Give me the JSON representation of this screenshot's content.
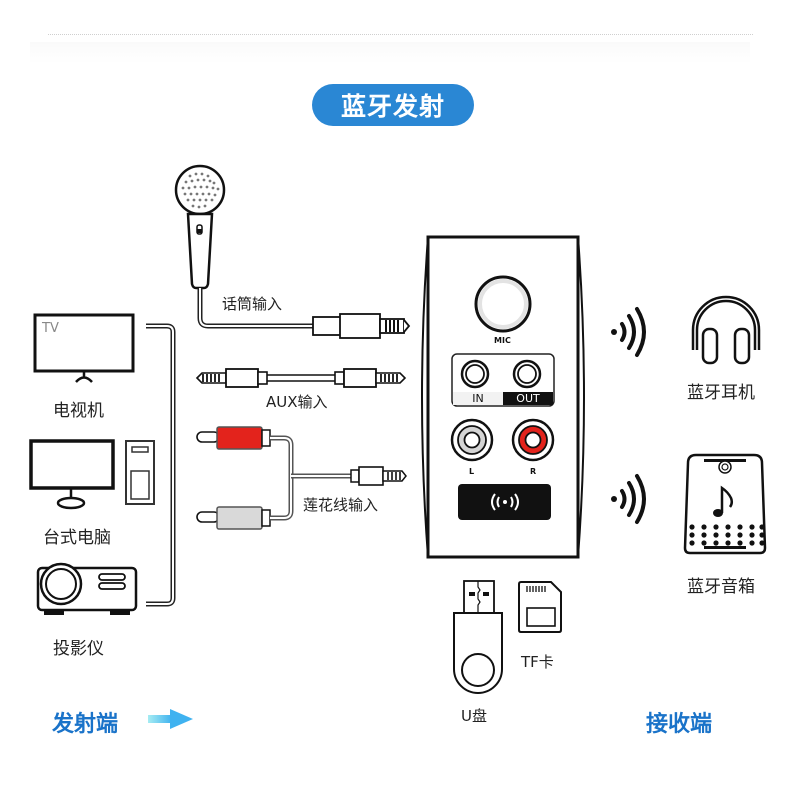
{
  "header": {
    "title": "蓝牙发射"
  },
  "sources": {
    "tv": {
      "screen_text": "TV",
      "label": "电视机"
    },
    "desktop": {
      "label": "台式电脑"
    },
    "projector": {
      "label": "投影仪"
    }
  },
  "cables": {
    "mic": {
      "label": "话筒输入"
    },
    "aux": {
      "label": "AUX输入"
    },
    "rca": {
      "label": "莲花线输入"
    }
  },
  "device": {
    "mic_port_label": "MIC",
    "in_label": "IN",
    "out_label": "OUT",
    "left_label": "L",
    "right_label": "R",
    "bluetooth_button_icon": "bluetooth-signal-icon"
  },
  "storage": {
    "usb": {
      "label": "U盘"
    },
    "tf": {
      "label": "TF卡"
    }
  },
  "receivers": {
    "headphones": {
      "label": "蓝牙耳机"
    },
    "speaker": {
      "label": "蓝牙音箱"
    }
  },
  "footer": {
    "transmit_label": "发射端",
    "receive_label": "接收端"
  },
  "colors": {
    "accent_blue": "#2a87d4",
    "label_blue": "#1a73c9",
    "rca_red": "#e3231c",
    "rca_white": "#d9d9d9",
    "arrow_start": "#9fe7f0",
    "arrow_end": "#3fb2f0"
  }
}
